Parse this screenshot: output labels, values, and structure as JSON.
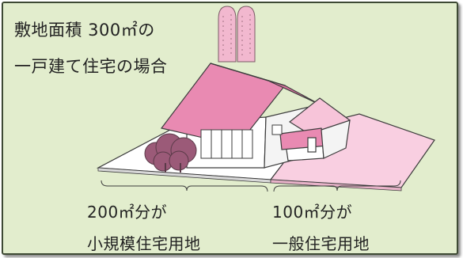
{
  "caption": {
    "line1": "敷地面積 300㎡の",
    "line2": "一戸建て住宅の場合"
  },
  "labels": {
    "small_area": "200㎡分が",
    "small_type": "小規模住宅用地",
    "general_area": "100㎡分が",
    "general_type": "一般住宅用地"
  },
  "colors": {
    "background": "#e2edcd",
    "roof": "#e98ab2",
    "small_lot": "#ffffff",
    "general_lot": "#f9cfe1",
    "trees": "#9b5a78"
  }
}
